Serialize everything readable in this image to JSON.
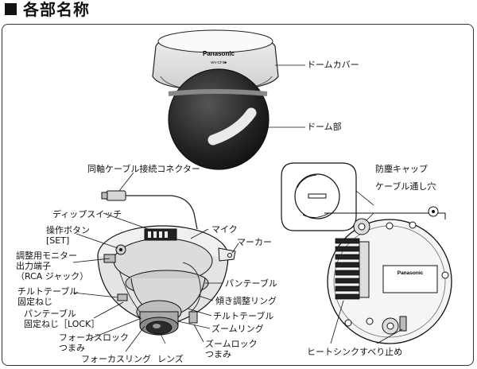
{
  "heading": {
    "title": "各部名称"
  },
  "camera_top": {
    "brand": "Panasonic",
    "model": "WV-CF3■"
  },
  "labels": {
    "dome_cover": "ドームカバー",
    "dome_part": "ドーム部",
    "coax_connector": "同軸ケーブル接続コネクター",
    "dip_switch": "ディップスイッチ",
    "set_button_line1": "操作ボタン",
    "set_button_line2": "[SET]",
    "monitor_line1": "調整用モニター",
    "monitor_line2": "出力端子",
    "monitor_line3": "（RCA ジャック）",
    "tilt_fix_line1": "チルトテーブル",
    "tilt_fix_line2": "固定ねじ",
    "pan_fix_line1": "パンテーブル",
    "pan_fix_line2": "固定ねじ［LOCK］",
    "focus_lock_line1": "フォーカスロック",
    "focus_lock_line2": "つまみ",
    "focus_ring": "フォーカスリング",
    "lens": "レンズ",
    "mic": "マイク",
    "marker": "マーカー",
    "pan_table": "パンテーブル",
    "tilt_ring": "傾き調整リング",
    "tilt_table": "チルトテーブル",
    "zoom_ring": "ズームリング",
    "zoom_lock_line1": "ズームロック",
    "zoom_lock_line2": "つまみ",
    "dust_cap": "防塵キャップ",
    "cable_hole": "ケーブル通し穴",
    "heat_sink": "ヒートシンク",
    "anti_slip": "すべり止め"
  },
  "bottom_view": {
    "brand": "Panasonic"
  }
}
